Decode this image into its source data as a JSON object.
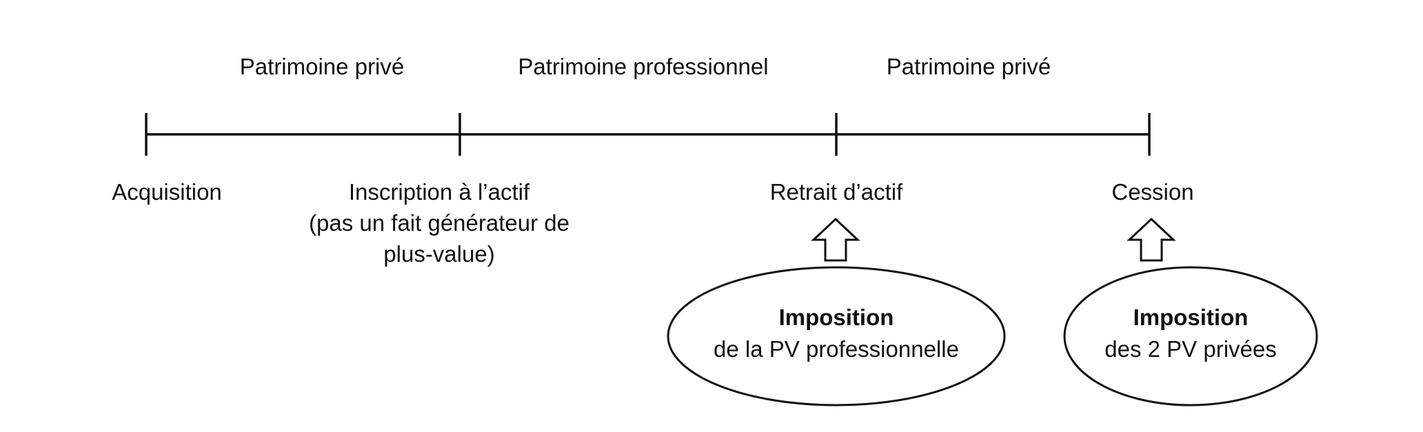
{
  "periods": [
    {
      "label": "Patrimoine privé"
    },
    {
      "label": "Patrimoine professionnel"
    },
    {
      "label": "Patrimoine privé"
    }
  ],
  "events": {
    "acquisition": "Acquisition",
    "inscription": {
      "line1": "Inscription à l’actif",
      "line2": "(pas un fait générateur de",
      "line3": "plus-value)"
    },
    "retrait": "Retrait d’actif",
    "cession": "Cession"
  },
  "taxation": {
    "professional": {
      "title": "Imposition",
      "subtitle": "de la PV professionnelle"
    },
    "private": {
      "title": "Imposition",
      "subtitle": "des 2 PV privées"
    }
  }
}
